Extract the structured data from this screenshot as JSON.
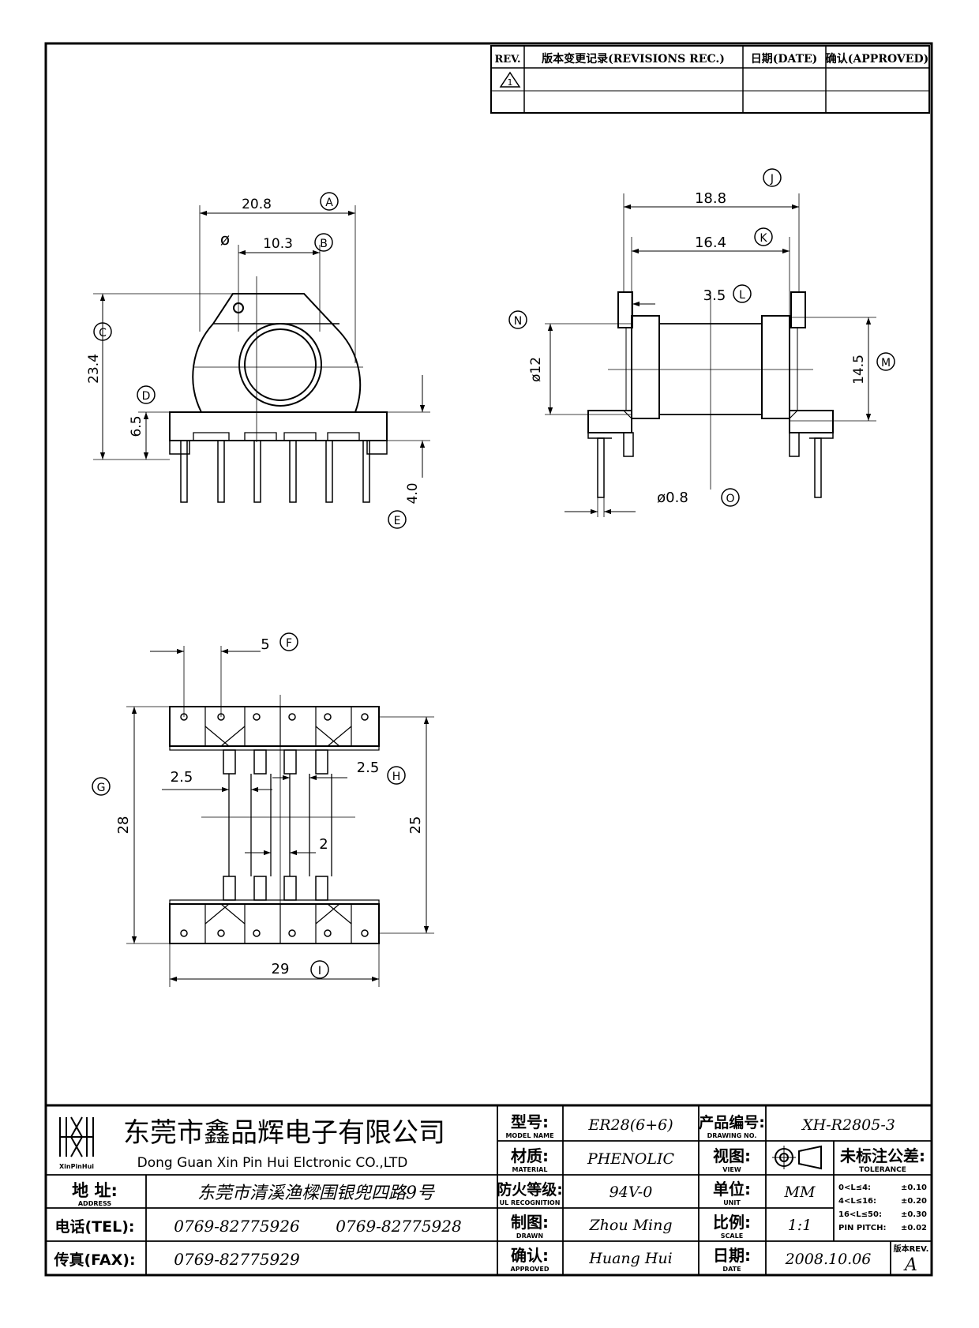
{
  "revision_table": {
    "rev": "REV.",
    "record": "版本变更记录(REVISIONS REC.)",
    "date": "日期(DATE)",
    "approved": "确认(APPROVED)",
    "rev1_symbol": "1"
  },
  "dimensions": {
    "A_value": "20.8",
    "A": "A",
    "B_value": "10.3",
    "B": "B",
    "diameter_symbol": "ø",
    "C_value": "23.4",
    "C": "C",
    "D_value": "6.5",
    "D": "D",
    "E_value": "4.0",
    "E": "E",
    "J_value": "18.8",
    "J": "J",
    "K_value": "16.4",
    "K": "K",
    "L_value": "3.5",
    "L": "L",
    "N_value": "ø12",
    "N": "N",
    "M_value": "14.5",
    "M": "M",
    "O_value": "ø0.8",
    "O": "O",
    "F_value": "5",
    "F": "F",
    "G_value": "28",
    "G": "G",
    "H_left_value": "2.5",
    "H_right_value": "2.5",
    "H": "H",
    "center_value": "2",
    "side_value": "25",
    "I_value": "29",
    "I": "I"
  },
  "title_block": {
    "logo_caption": "XinPinHui",
    "company_cn": "东莞市鑫品辉电子有限公司",
    "company_en": "Dong Guan Xin Pin Hui Elctronic CO.,LTD",
    "address_label": "地 址:",
    "address_label_en": "ADDRESS",
    "address": "东莞市清溪渔樑围银兜四路9号",
    "tel_label": "电话(TEL):",
    "tel1": "0769-82775926",
    "tel2": "0769-82775928",
    "fax_label": "传真(FAX):",
    "fax": "0769-82775929",
    "model_label": "型号:",
    "model_label_en": "MODEL NAME",
    "model": "ER28(6+6)",
    "material_label": "材质:",
    "material_label_en": "MATERIAL",
    "material": "PHENOLIC",
    "fire_label": "防火等级:",
    "fire_label_en": "UL RECOGNITION",
    "fire": "94V-0",
    "drawn_label": "制图:",
    "drawn_label_en": "DRAWN",
    "drawn": "Zhou Ming",
    "approved_label": "确认:",
    "approved_label_en": "APPROVED",
    "approved": "Huang Hui",
    "drawing_no_label": "产品编号:",
    "drawing_no_label_en": "DRAWING NO.",
    "drawing_no": "XH-R2805-3",
    "view_label": "视图:",
    "view_label_en": "VIEW",
    "unit_label": "单位:",
    "unit_label_en": "UNIT",
    "unit": "MM",
    "scale_label": "比例:",
    "scale_label_en": "SCALE",
    "scale": "1:1",
    "date_label": "日期:",
    "date_label_en": "DATE",
    "date": "2008.10.06",
    "tolerance_label": "未标注公差:",
    "tolerance_label_en": "TOLERANCE",
    "tolerances": [
      {
        "range": "0<L≤4:",
        "value": "±0.10"
      },
      {
        "range": "4<L≤16:",
        "value": "±0.20"
      },
      {
        "range": "16<L≤50:",
        "value": "±0.30"
      },
      {
        "range": "PIN PITCH:",
        "value": "±0.02"
      }
    ],
    "rev_label": "版本REV.",
    "rev_value": "A"
  }
}
